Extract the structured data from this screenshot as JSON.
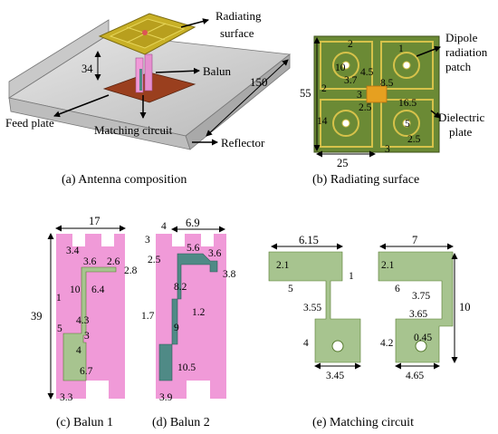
{
  "panel_a": {
    "caption": "(a) Antenna composition",
    "labels": {
      "radiating_surface_1": "Radiating",
      "radiating_surface_2": "surface",
      "balun": "Balun",
      "feed_plate": "Feed plate",
      "matching_circuit": "Matching circuit",
      "reflector": "Reflector",
      "dim_height": "34",
      "dim_length": "150"
    }
  },
  "panel_b": {
    "caption": "(b) Radiating surface",
    "labels": {
      "dipole_1": "Dipole",
      "dipole_2": "radiation",
      "dipole_3": "patch",
      "dielectric_1": "Dielectric",
      "dielectric_2": "plate"
    },
    "dims": {
      "d55": "55",
      "d25": "25",
      "d2a": "2",
      "d10": "10",
      "d3_7": "3.7",
      "d4_5": "4.5",
      "d8_5": "8.5",
      "d1": "1",
      "d2b": "2",
      "d3a": "3",
      "d2_5a": "2.5",
      "d16_5": "16.5",
      "d14": "14",
      "d5": "5",
      "d2_5b": "2.5",
      "d3b": "3"
    }
  },
  "panel_c": {
    "caption": "(c) Balun 1",
    "dims": {
      "d17": "17",
      "d39": "39",
      "d3_4": "3.4",
      "d3_6": "3.6",
      "d2_6": "2.6",
      "d2_8": "2.8",
      "d10": "10",
      "d6_4": "6.4",
      "d1": "1",
      "d4_3": "4.3",
      "d5": "5",
      "d3": "3",
      "d4": "4",
      "d6_7": "6.7",
      "d3_3": "3.3"
    }
  },
  "panel_d": {
    "caption": "(d) Balun 2",
    "dims": {
      "d4": "4",
      "d6_9": "6.9",
      "d3a": "3",
      "d5_6": "5.6",
      "d3_6": "3.6",
      "d2_5": "2.5",
      "d3_8": "3.8",
      "d8_2": "8.2",
      "d1_7": "1.7",
      "d1_2": "1.2",
      "d9": "9",
      "d10_5": "10.5",
      "d3_9": "3.9"
    }
  },
  "panel_e": {
    "caption": "(e) Matching circuit",
    "dims": {
      "d6_15": "6.15",
      "d2_1a": "2.1",
      "d1": "1",
      "d5": "5",
      "d3_55": "3.55",
      "d4": "4",
      "d3_45": "3.45",
      "d7": "7",
      "d2_1b": "2.1",
      "d6": "6",
      "d3_75": "3.75",
      "d10": "10",
      "d3_65": "3.65",
      "d4_2": "4.2",
      "d0_45": "0.45",
      "d4_65": "4.65"
    }
  },
  "colors": {
    "pcb_green": "#a7c48f",
    "pcb_dark": "#6b8a35",
    "pink": "#f09ad8",
    "teal": "#4f8a86",
    "reflector": "#d0d0d0",
    "feed_plate": "#9a3f1e",
    "radiator_yellow": "#c8b026"
  }
}
